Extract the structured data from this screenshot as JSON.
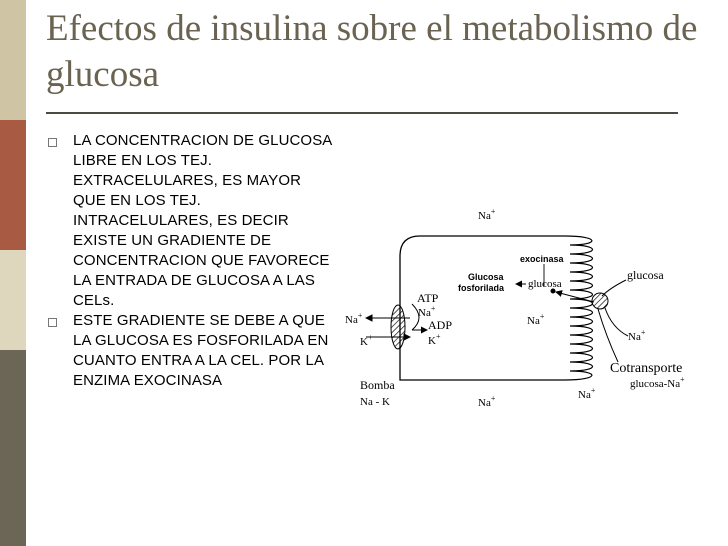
{
  "slide": {
    "title": "Efectos de insulina sobre el metabolismo de glucosa",
    "bullets": [
      "LA CONCENTRACION DE GLUCOSA LIBRE EN LOS TEJ. EXTRACELULARES, ES MAYOR QUE EN LOS TEJ. INTRACELULARES, ES DECIR EXISTE UN GRADIENTE DE CONCENTRACION QUE FAVORECE LA ENTRADA DE GLUCOSA A LAS CELs.",
      "ESTE GRADIENTE SE DEBE A QUE LA GLUCOSA ES FOSFORILADA EN CUANTO ENTRA A LA CEL. POR LA ENZIMA EXOCINASA"
    ]
  },
  "diagram": {
    "na": "Na",
    "k": "K",
    "plus": "+",
    "exocinasa": "exocinasa",
    "glucosa_fosforilada_1": "Glucosa",
    "glucosa_fosforilada_2": "fosforilada",
    "glucosa_in": "glucosa",
    "glucosa_out": "glucosa",
    "atp": "ATP",
    "adp": "ADP",
    "bomba": "Bomba",
    "bomba_sub": "Na - K",
    "cotransporte": "Cotransporte",
    "cotransporte_sub": "glucosa-Na"
  },
  "colors": {
    "title": "#6a6352",
    "rule": "#4d4a42"
  }
}
